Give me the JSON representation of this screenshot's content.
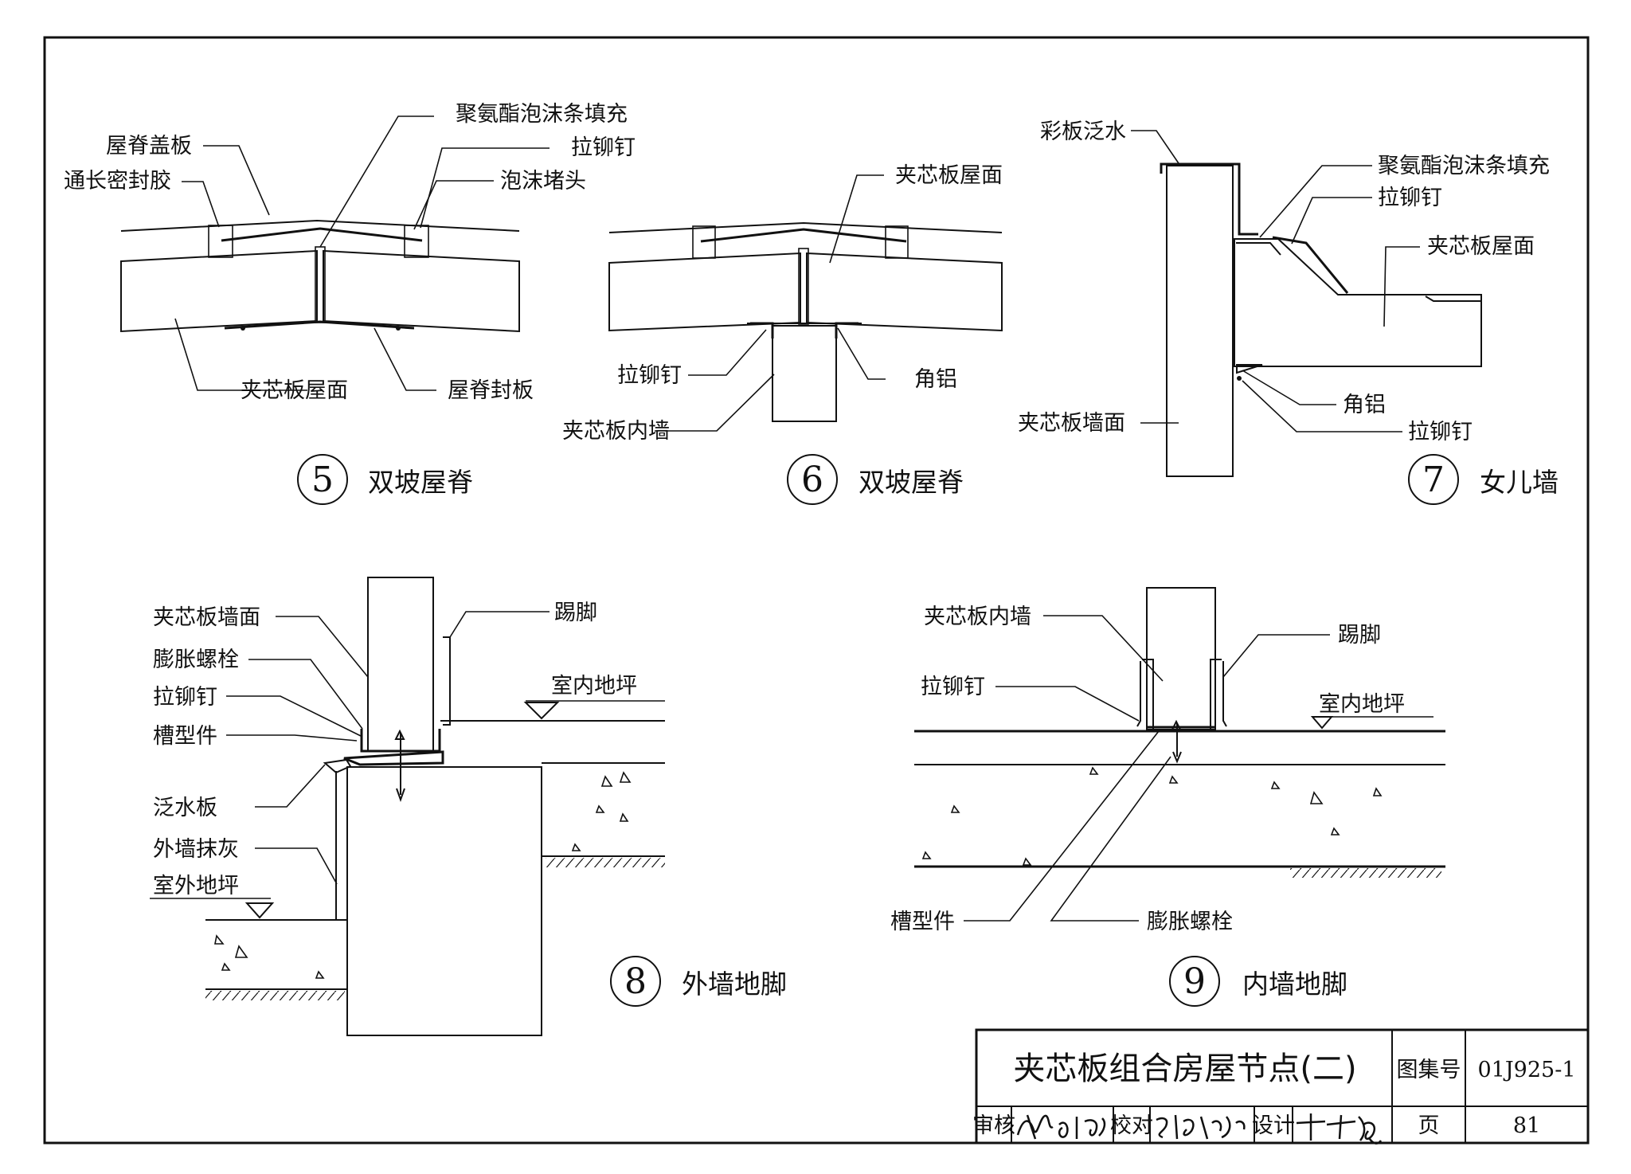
{
  "details": {
    "d5": {
      "number": "5",
      "title": "双坡屋脊",
      "labels": {
        "foam_fill": "聚氨酯泡沫条填充",
        "ridge_cap": "屋脊盖板",
        "rivet": "拉铆钉",
        "sealant": "通长密封胶",
        "foam_plug": "泡沫堵头",
        "roof": "夹芯板屋面",
        "ridge_seal": "屋脊封板"
      }
    },
    "d6": {
      "number": "6",
      "title": "双坡屋脊",
      "labels": {
        "roof": "夹芯板屋面",
        "rivet": "拉铆钉",
        "angle": "角铝",
        "inner_wall": "夹芯板内墙"
      }
    },
    "d7": {
      "number": "7",
      "title": "女儿墙",
      "labels": {
        "flashing": "彩板泛水",
        "foam_fill": "聚氨酯泡沫条填充",
        "rivet": "拉铆钉",
        "roof": "夹芯板屋面",
        "angle": "角铝",
        "rivet2": "拉铆钉",
        "wall": "夹芯板墙面"
      }
    },
    "d8": {
      "number": "8",
      "title": "外墙地脚",
      "labels": {
        "wall": "夹芯板墙面",
        "skirting": "踢脚",
        "bolt": "膨胀螺栓",
        "rivet": "拉铆钉",
        "floor": "室内地坪",
        "channel": "槽型件",
        "flashing": "泛水板",
        "plaster": "外墙抹灰",
        "outdoor": "室外地坪"
      }
    },
    "d9": {
      "number": "9",
      "title": "内墙地脚",
      "labels": {
        "inner_wall": "夹芯板内墙",
        "skirting": "踢脚",
        "rivet": "拉铆钉",
        "floor": "室内地坪",
        "channel": "槽型件",
        "bolt": "膨胀螺栓"
      }
    }
  },
  "title_block": {
    "title": "夹芯板组合房屋节点(二)",
    "atlas_label": "图集号",
    "atlas_no": "01J925-1",
    "page_label": "页",
    "page_no": "81",
    "review_label": "审核",
    "check_label": "校对",
    "design_label": "设计",
    "review_sign": "蔡昭昀",
    "check_sign": "吕明远",
    "design_sign": "杜莉"
  }
}
